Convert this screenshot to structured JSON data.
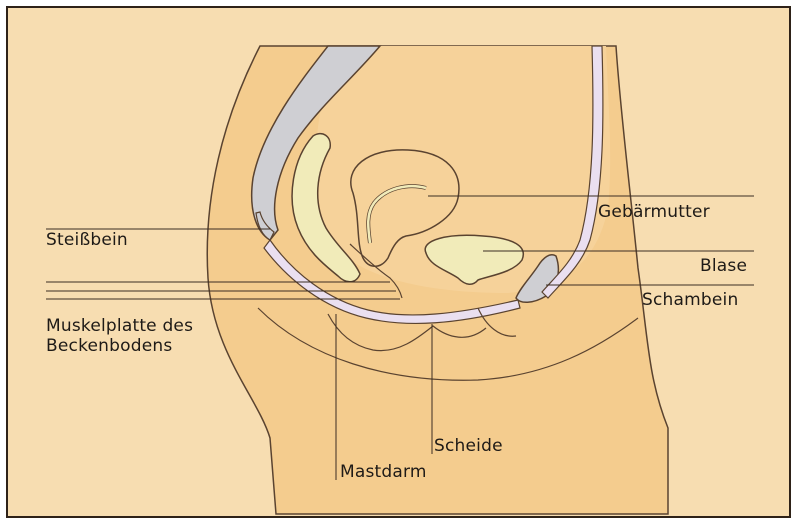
{
  "labels": {
    "steissbein": "Steißbein",
    "gebaermutter": "Gebärmutter",
    "blase": "Blase",
    "schambein": "Schambein",
    "muskelplatte_line1": "Muskelplatte des",
    "muskelplatte_line2": "Beckenbodens",
    "scheide": "Scheide",
    "mastdarm": "Mastdarm"
  },
  "colors": {
    "background": "#f7ddb1",
    "body_skin": "#f4cc8e",
    "bone": "#cfcfd3",
    "organ": "#f1ebb9",
    "membrane": "#eadff0",
    "outline": "#5a4330",
    "border": "#2e2218"
  }
}
